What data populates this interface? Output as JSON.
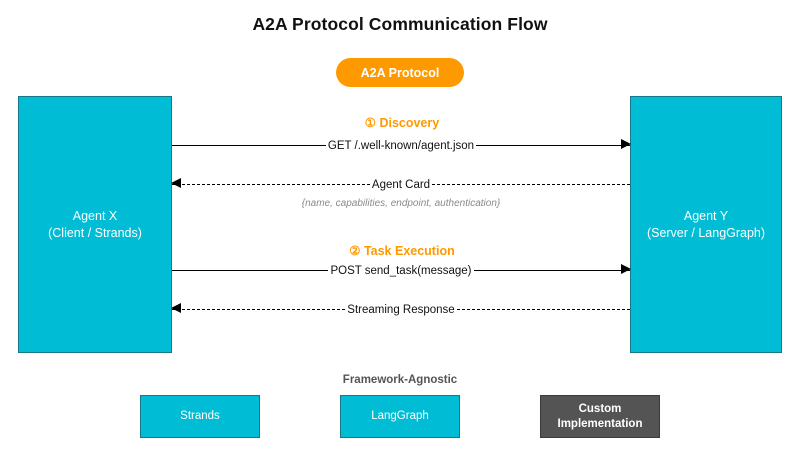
{
  "diagram": {
    "title": "A2A Protocol Communication Flow",
    "protocol_badge": "A2A Protocol",
    "colors": {
      "agent_fill": "#00BCD4",
      "agent_border": "#17788a",
      "accent_orange": "#FF9900",
      "custom_fill": "#545454",
      "line": "#000000",
      "detail_text": "#8a8a8a"
    },
    "participants": [
      {
        "id": "agent-x",
        "name": "Agent X",
        "role": "(Client / Strands)"
      },
      {
        "id": "agent-y",
        "name": "Agent Y",
        "role": "(Server / LangGraph)"
      }
    ],
    "phases": [
      {
        "id": "discovery",
        "label": "① Discovery"
      },
      {
        "id": "task-execution",
        "label": "② Task Execution"
      }
    ],
    "messages": [
      {
        "id": "discovery-request",
        "phase": "discovery",
        "label": "GET /.well-known/agent.json",
        "direction": "right",
        "style": "solid"
      },
      {
        "id": "agent-card-response",
        "phase": "discovery",
        "label": "Agent Card",
        "direction": "left",
        "style": "dashed",
        "detail": "{name, capabilities, endpoint, authentication}"
      },
      {
        "id": "task-request",
        "phase": "task-execution",
        "label": "POST send_task(message)",
        "direction": "right",
        "style": "solid"
      },
      {
        "id": "streaming-response",
        "phase": "task-execution",
        "label": "Streaming Response",
        "direction": "left",
        "style": "dashed"
      }
    ],
    "framework_row": {
      "caption": "Framework-Agnostic",
      "boxes": [
        {
          "id": "strands",
          "label": "Strands",
          "variant": "cyan"
        },
        {
          "id": "langgraph",
          "label": "LangGraph",
          "variant": "cyan"
        },
        {
          "id": "custom",
          "label": "Custom Implementation",
          "variant": "gray"
        }
      ]
    }
  }
}
